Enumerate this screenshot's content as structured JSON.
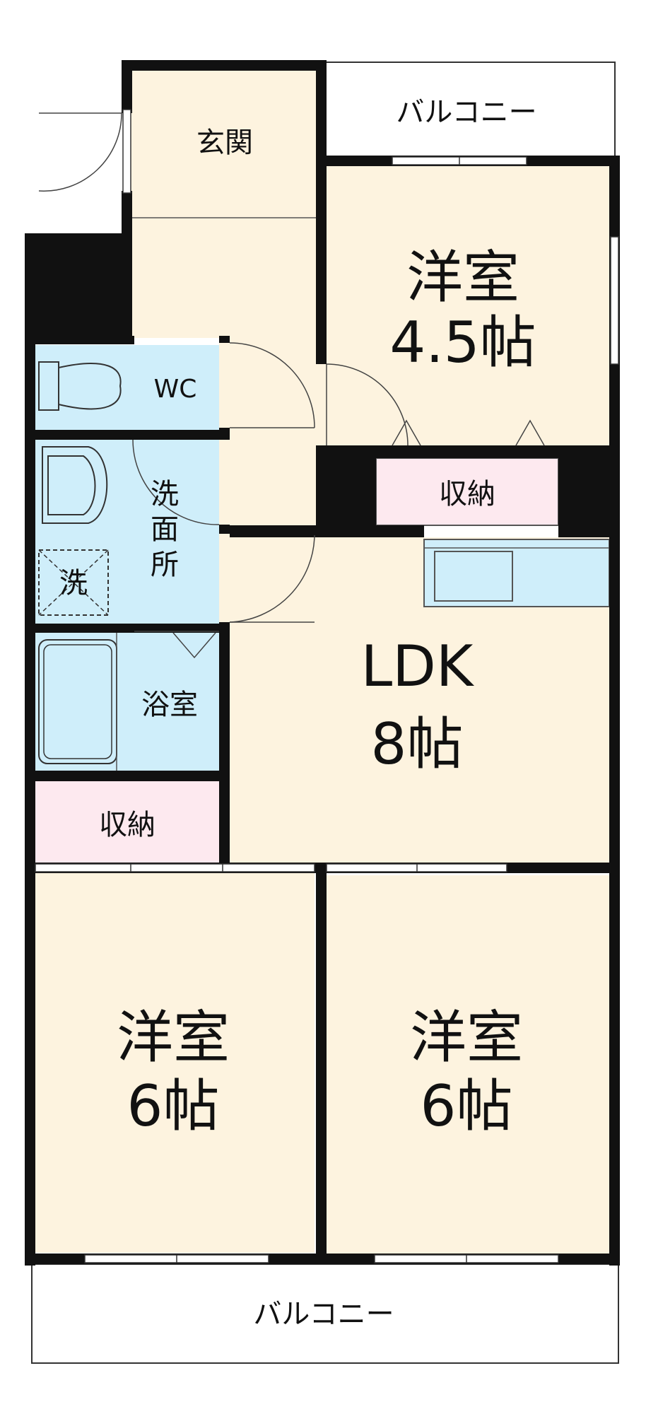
{
  "rooms": {
    "entrance": "玄関",
    "balcony_top": "バルコニー",
    "western_45": {
      "name": "洋室",
      "size": "4.5帖"
    },
    "wc": "WC",
    "washroom": {
      "line1": "洗",
      "line2": "面",
      "line3": "所"
    },
    "washer": "洗",
    "storage_upper": "収納",
    "ldk": {
      "name": "LDK",
      "size": "8帖"
    },
    "bath": "浴室",
    "storage_lower": "収納",
    "western_6_left": {
      "name": "洋室",
      "size": "6帖"
    },
    "western_6_right": {
      "name": "洋室",
      "size": "6帖"
    },
    "balcony_bottom": "バルコニー"
  },
  "colors": {
    "wall": "#111111",
    "floor": "#fdf3df",
    "wet": "#cfeefa",
    "storage": "#fde9ef",
    "balcony": "#ffffff"
  }
}
